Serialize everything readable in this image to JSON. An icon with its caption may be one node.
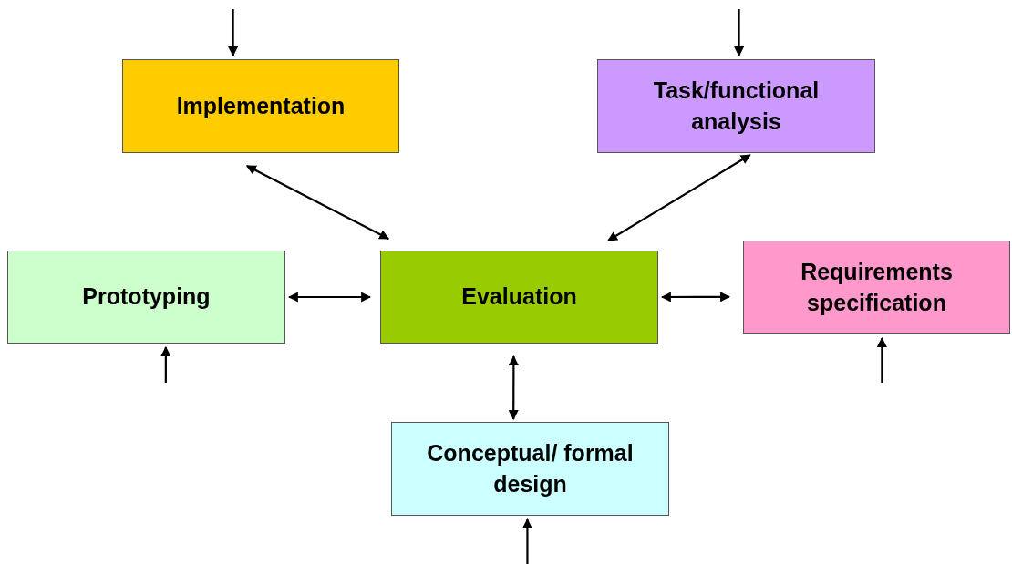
{
  "diagram": {
    "nodes": [
      {
        "text": [
          "Implementation"
        ]
      },
      {
        "text": [
          "Task/functional analysis"
        ]
      },
      {
        "text": [
          "Prototyping"
        ]
      },
      {
        "text": [
          "Evaluation"
        ]
      },
      {
        "text": [
          "Requirements specification"
        ]
      },
      {
        "text": [
          "Conceptual/ formal design"
        ]
      }
    ],
    "edges": [
      {
        "from": 0,
        "to": 3,
        "arrow": "both"
      },
      {
        "from": 1,
        "to": 3,
        "arrow": "both"
      },
      {
        "from": 2,
        "to": 3,
        "arrow": "both"
      },
      {
        "from": 3,
        "to": 4,
        "arrow": "both"
      },
      {
        "from": 3,
        "to": 5,
        "arrow": "both"
      },
      {
        "from": null,
        "to": 0,
        "arrow": "to"
      },
      {
        "from": null,
        "to": 1,
        "arrow": "to"
      },
      {
        "from": null,
        "to": 2,
        "arrow": "to"
      },
      {
        "from": null,
        "to": 4,
        "arrow": "to"
      },
      {
        "from": null,
        "to": 5,
        "arrow": "to"
      }
    ]
  }
}
